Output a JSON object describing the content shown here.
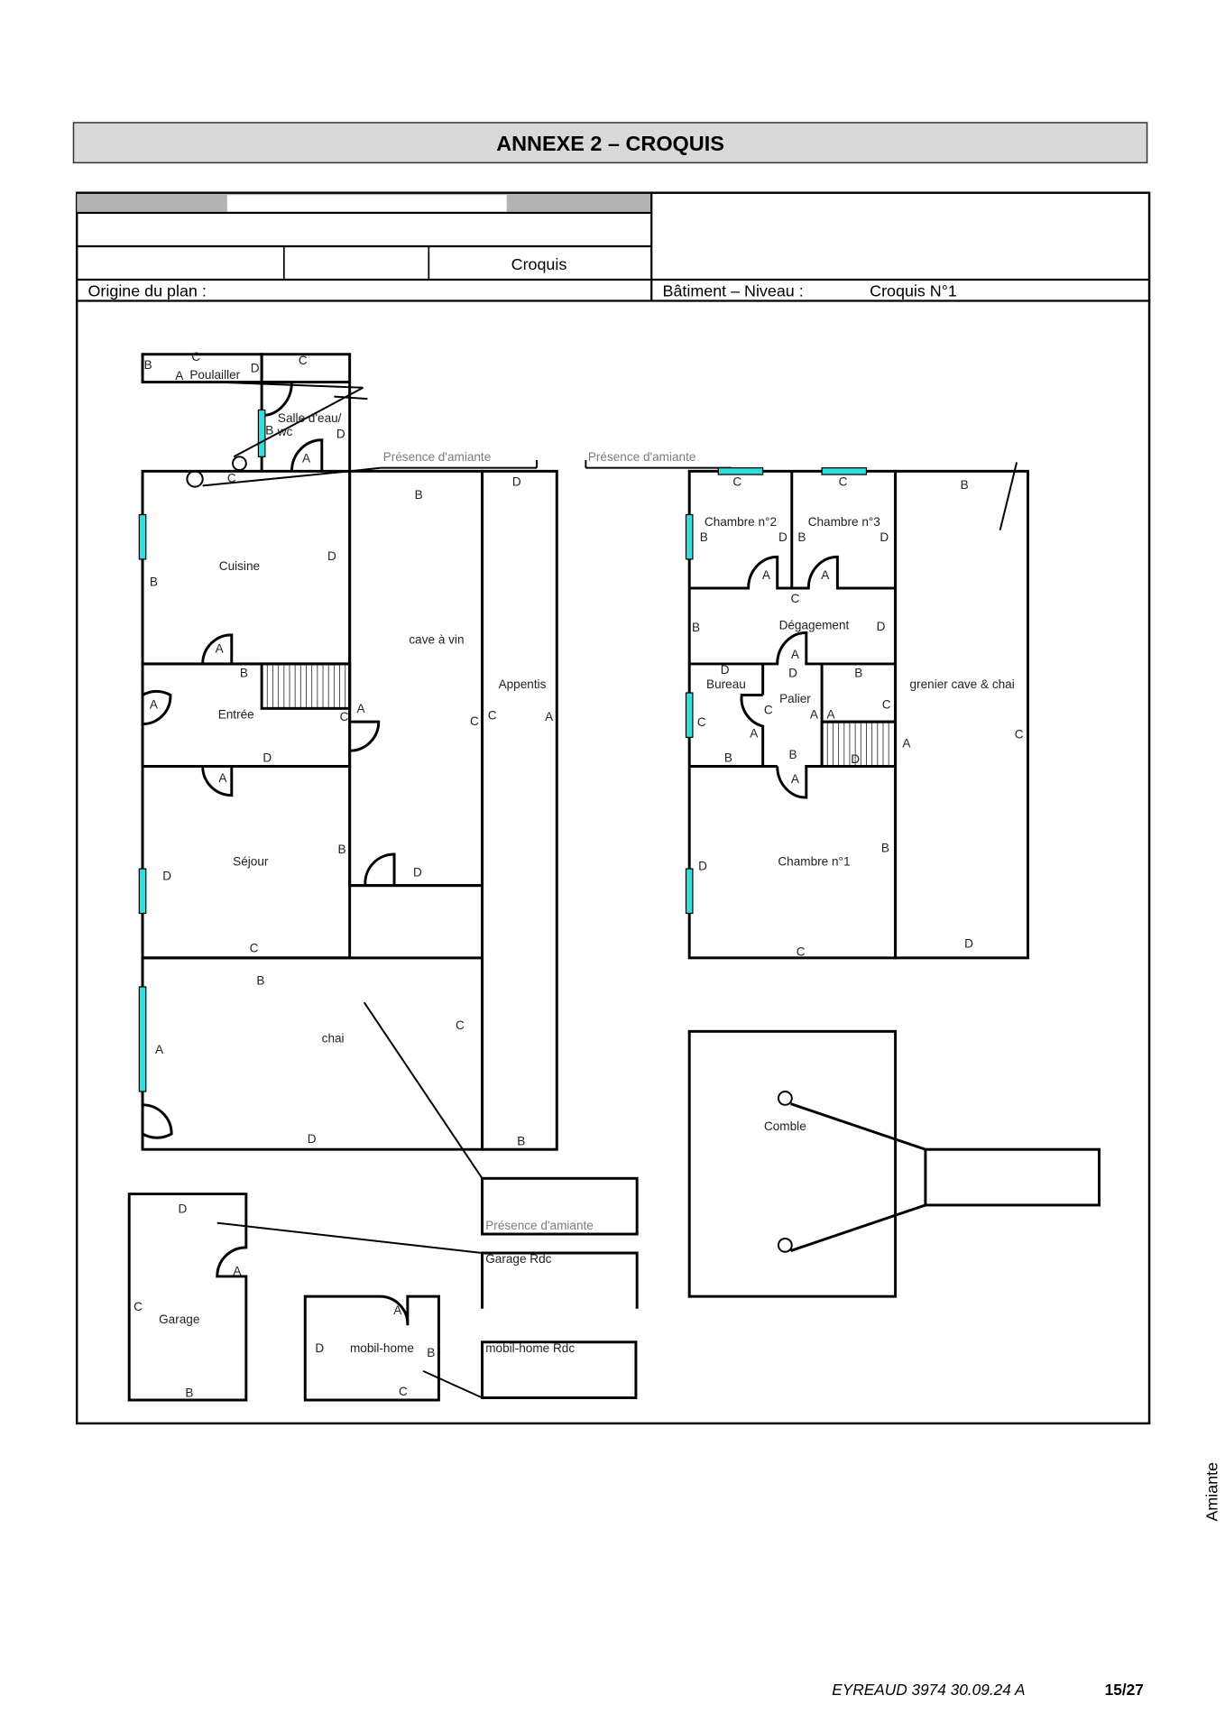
{
  "header": {
    "title": "ANNEXE 2 – CROQUIS"
  },
  "form": {
    "croquis_label": "Croquis",
    "origine_label": "Origine du plan :",
    "batiment_label": "Bâtiment – Niveau :",
    "batiment_value": "Croquis N°1"
  },
  "rooms": {
    "poulailler": "Poulailler",
    "salle_eau": "Salle d'eau/",
    "wc": "wc",
    "cuisine": "Cuisine",
    "cave": "cave à vin",
    "appentis": "Appentis",
    "entree": "Entrée",
    "sejour": "Séjour",
    "chai": "chai",
    "garage": "Garage",
    "mobil_home": "mobil-home",
    "chambre2": "Chambre n°2",
    "chambre3": "Chambre n°3",
    "degagement": "Dégagement",
    "bureau": "Bureau",
    "palier": "Palier",
    "chambre1": "Chambre n°1",
    "grenier": "grenier cave & chai",
    "comble": "Comble"
  },
  "letters": {
    "A": "A",
    "B": "B",
    "C": "C",
    "D": "D"
  },
  "annotations": {
    "presence": "Présence d'amiante",
    "garage_rdc": "Garage Rdc",
    "mobil_home_rdc": "mobil-home Rdc"
  },
  "colors": {
    "window": "#33dddd",
    "header_bg": "#d9d9d9"
  },
  "side_label": "Amiante",
  "footer": {
    "reference": "EYREAUD 3974 30.09.24 A",
    "page": "15/27"
  }
}
